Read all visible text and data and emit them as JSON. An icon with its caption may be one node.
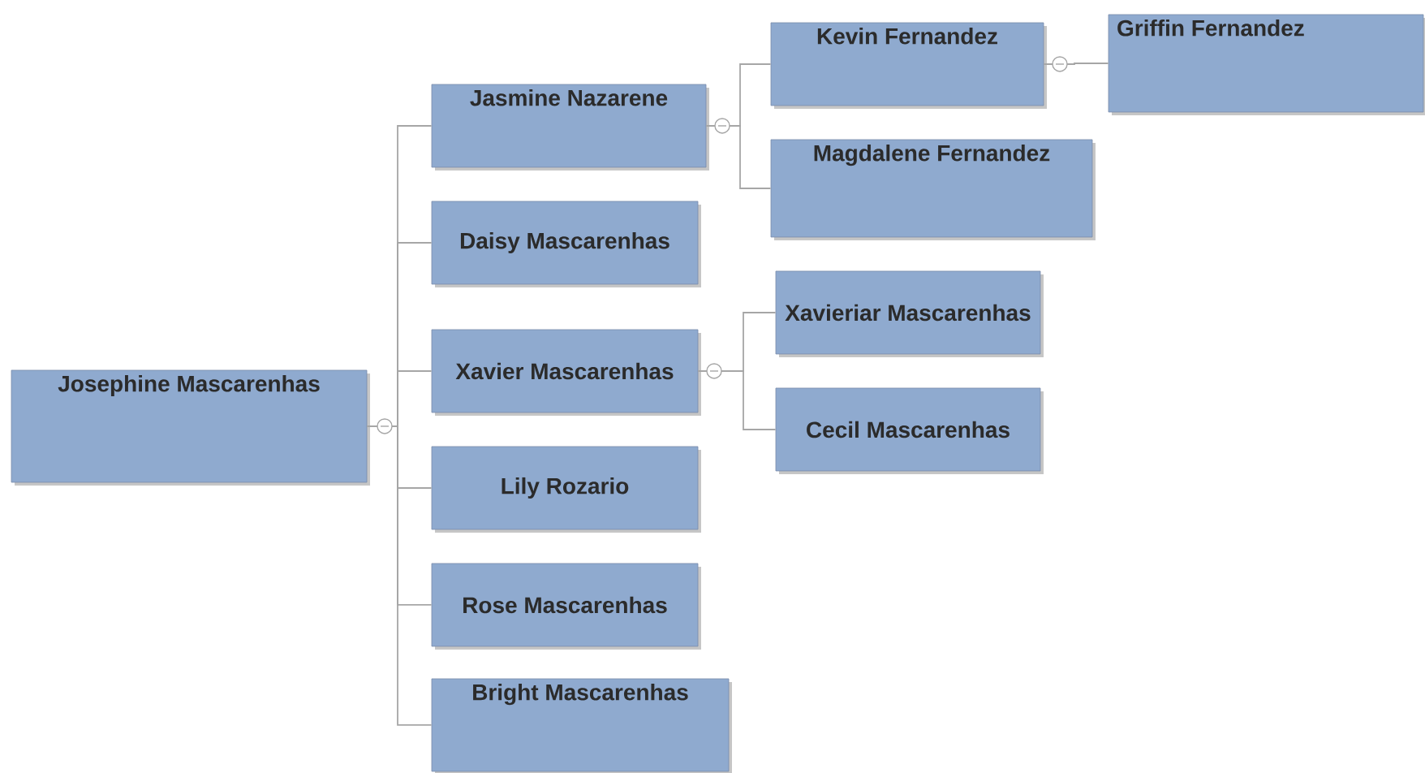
{
  "diagram": {
    "nodes": [
      {
        "text": [
          "Josephine Mascarenhas"
        ]
      },
      {
        "text": [
          "Jasmine Nazarene"
        ]
      },
      {
        "text": [
          "Kevin Fernandez"
        ]
      },
      {
        "text": [
          "Griffin Fernandez"
        ]
      },
      {
        "text": [
          "Magdalene Fernandez"
        ]
      },
      {
        "text": [
          "Daisy Mascarenhas"
        ]
      },
      {
        "text": [
          "Xavier Mascarenhas"
        ]
      },
      {
        "text": [
          "Xavieriar Mascarenhas"
        ]
      },
      {
        "text": [
          "Cecil Mascarenhas"
        ]
      },
      {
        "text": [
          "Lily Rozario"
        ]
      },
      {
        "text": [
          "Rose Mascarenhas"
        ]
      },
      {
        "text": [
          "Bright Mascarenhas"
        ]
      }
    ],
    "edges": [
      {
        "from": 0,
        "to": 1,
        "arrow": "none"
      },
      {
        "from": 0,
        "to": 5,
        "arrow": "none"
      },
      {
        "from": 0,
        "to": 6,
        "arrow": "none"
      },
      {
        "from": 0,
        "to": 9,
        "arrow": "none"
      },
      {
        "from": 0,
        "to": 10,
        "arrow": "none"
      },
      {
        "from": 0,
        "to": 11,
        "arrow": "none"
      },
      {
        "from": 1,
        "to": 2,
        "arrow": "none"
      },
      {
        "from": 1,
        "to": 4,
        "arrow": "none"
      },
      {
        "from": 2,
        "to": 3,
        "arrow": "none"
      },
      {
        "from": 6,
        "to": 7,
        "arrow": "none"
      },
      {
        "from": 6,
        "to": 8,
        "arrow": "none"
      }
    ]
  }
}
